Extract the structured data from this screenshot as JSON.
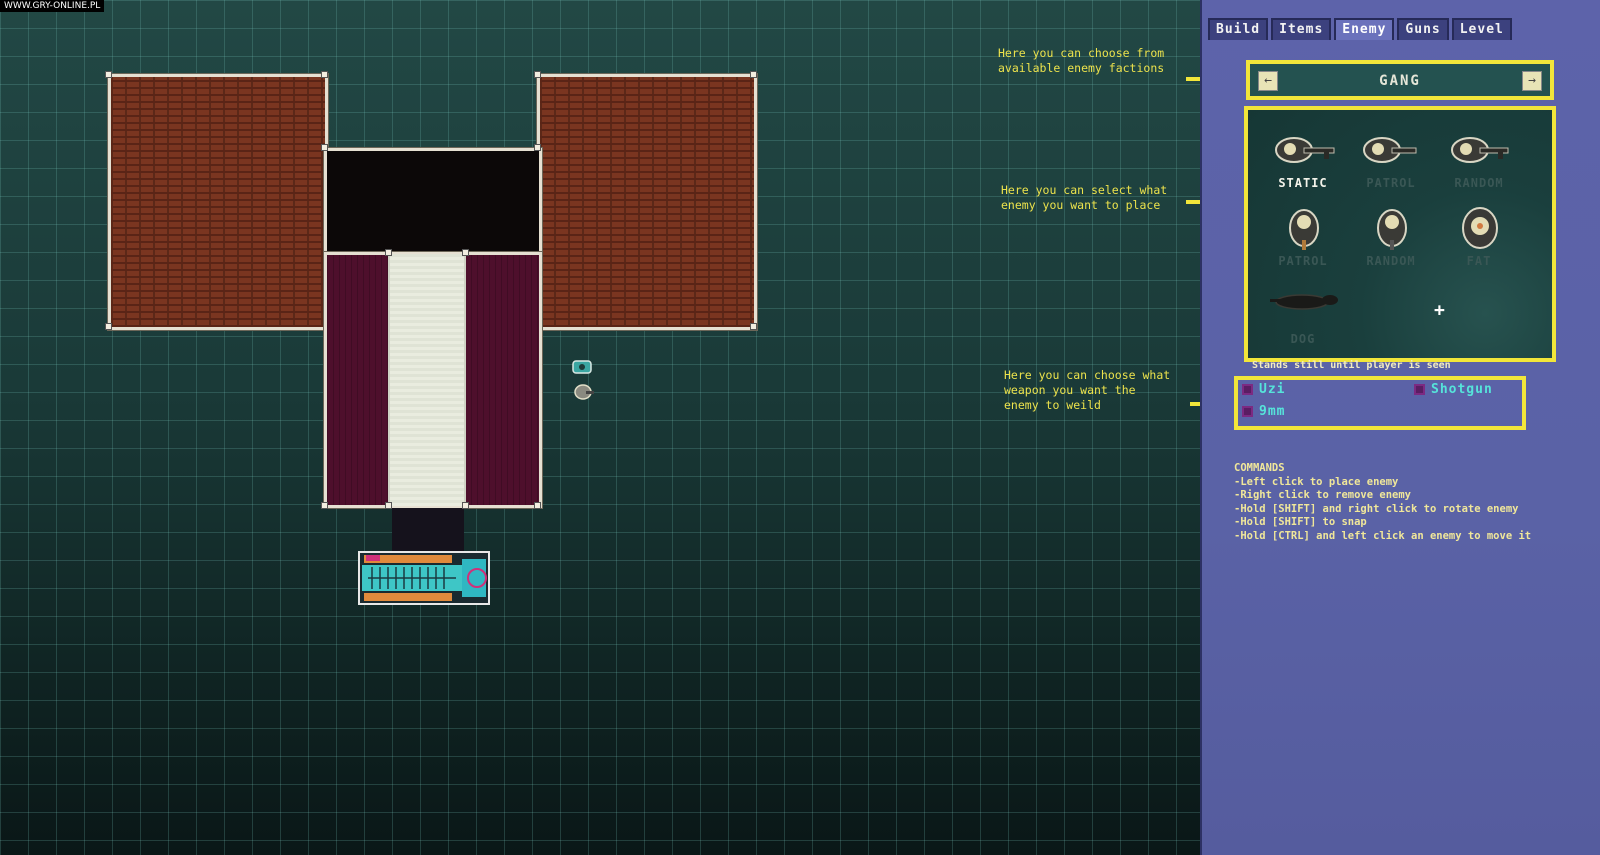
{
  "watermark": "WWW.GRY-ONLINE.PL",
  "tabs": [
    {
      "label": "Build",
      "active": false
    },
    {
      "label": "Items",
      "active": false
    },
    {
      "label": "Enemy",
      "active": true
    },
    {
      "label": "Guns",
      "active": false
    },
    {
      "label": "Level",
      "active": false
    }
  ],
  "faction": {
    "name": "GANG",
    "prev_icon": "arrow-left-icon",
    "next_icon": "arrow-right-icon"
  },
  "enemies": [
    {
      "label": "STATIC",
      "active": true
    },
    {
      "label": "PATROL",
      "active": false
    },
    {
      "label": "RANDOM",
      "active": false
    },
    {
      "label": "PATROL",
      "active": false
    },
    {
      "label": "RANDOM",
      "active": false
    },
    {
      "label": "FAT",
      "active": false
    },
    {
      "label": "DOG",
      "active": false
    }
  ],
  "enemy_description": "Stands still until player is seen",
  "weapons": [
    {
      "label": "Uzi",
      "checked": false
    },
    {
      "label": "Shotgun",
      "checked": false
    },
    {
      "label": "9mm",
      "checked": false
    }
  ],
  "hints": {
    "faction": "Here you can choose from\navailable enemy factions",
    "enemy": "Here you can select what\nenemy you want to place",
    "weapon": "Here you can choose what\nweapon you want the\nenemy to weild"
  },
  "commands": {
    "title": "COMMANDS",
    "lines": [
      "-Left click to place enemy",
      "-Right click to remove enemy",
      "-Hold [SHIFT] and right click to rotate enemy",
      "-Hold [SHIFT] to snap",
      "-Hold [CTRL] and left click an enemy to move it"
    ]
  },
  "colors": {
    "accent_yellow": "#f2e63a",
    "panel_bg": "#5d63aa",
    "label_active": "#f3f3ea",
    "weapon_text": "#56e3da"
  }
}
